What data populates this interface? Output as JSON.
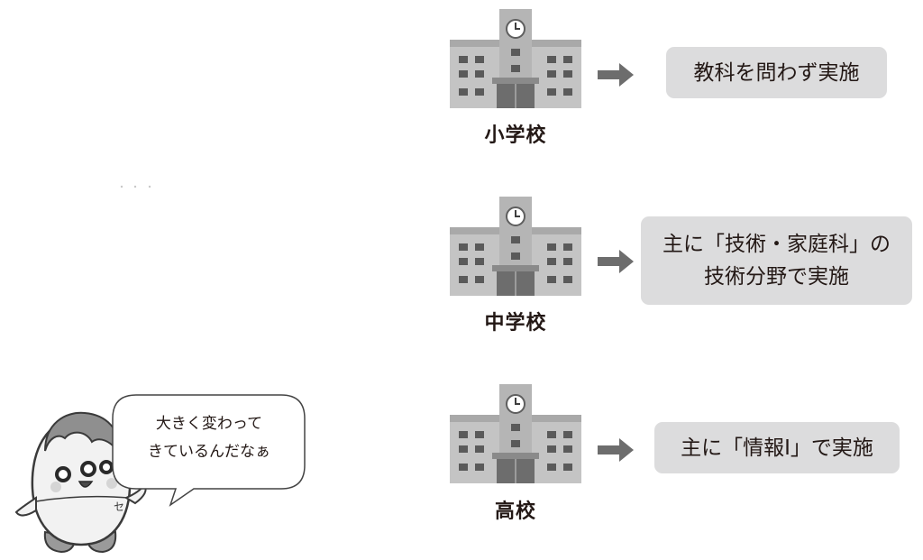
{
  "rows": [
    {
      "school": "小学校",
      "description_lines": [
        "教科を問わず実施"
      ]
    },
    {
      "school": "中学校",
      "description_lines": [
        "主に「技術・家庭科」の",
        "技術分野で実施"
      ]
    },
    {
      "school": "高校",
      "description_lines": [
        "主に「情報Ⅰ」で実施"
      ]
    }
  ],
  "speech_bubble": {
    "lines": [
      "大きく変わって",
      "きているんだなぁ"
    ]
  },
  "mascot_shirt_mark": "セ",
  "icons": {
    "school": "school-building-icon",
    "arrow": "right-arrow-icon",
    "character": "mascot-character"
  },
  "colors": {
    "box_fill": "#dcdcdd",
    "arrow": "#6d6d6d",
    "building": "#bdbdbd",
    "text": "#231815"
  }
}
